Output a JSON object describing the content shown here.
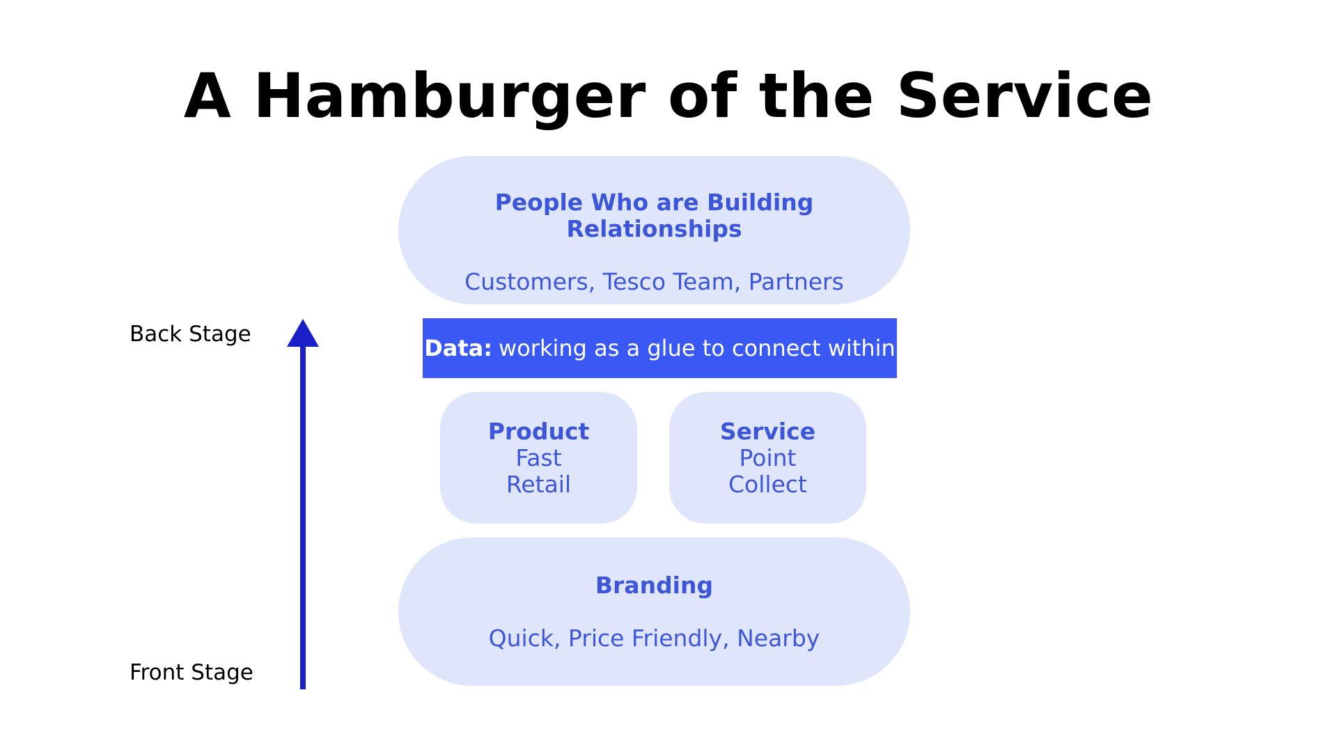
{
  "title": "A Hamburger of the Service",
  "axis": {
    "top_label": "Back Stage",
    "bottom_label": "Front Stage",
    "arrow_color": "#1a1fc8"
  },
  "layers": {
    "top_bun": {
      "heading": "People Who are Building Relationships",
      "detail": "Customers, Tesco Team, Partners"
    },
    "data_bar": {
      "key": "Data:",
      "text": "working as a glue to connect within"
    },
    "product": {
      "heading": "Product",
      "line1": "Fast",
      "line2": "Retail"
    },
    "service": {
      "heading": "Service",
      "line1": "Point",
      "line2": "Collect"
    },
    "bottom_bun": {
      "heading": "Branding",
      "detail": "Quick, Price Friendly, Nearby"
    }
  },
  "colors": {
    "layer_fill": "#dfe6fb",
    "layer_text": "#3d56d9",
    "data_bar_fill": "#3a59f4",
    "data_bar_text": "#ffffff"
  }
}
